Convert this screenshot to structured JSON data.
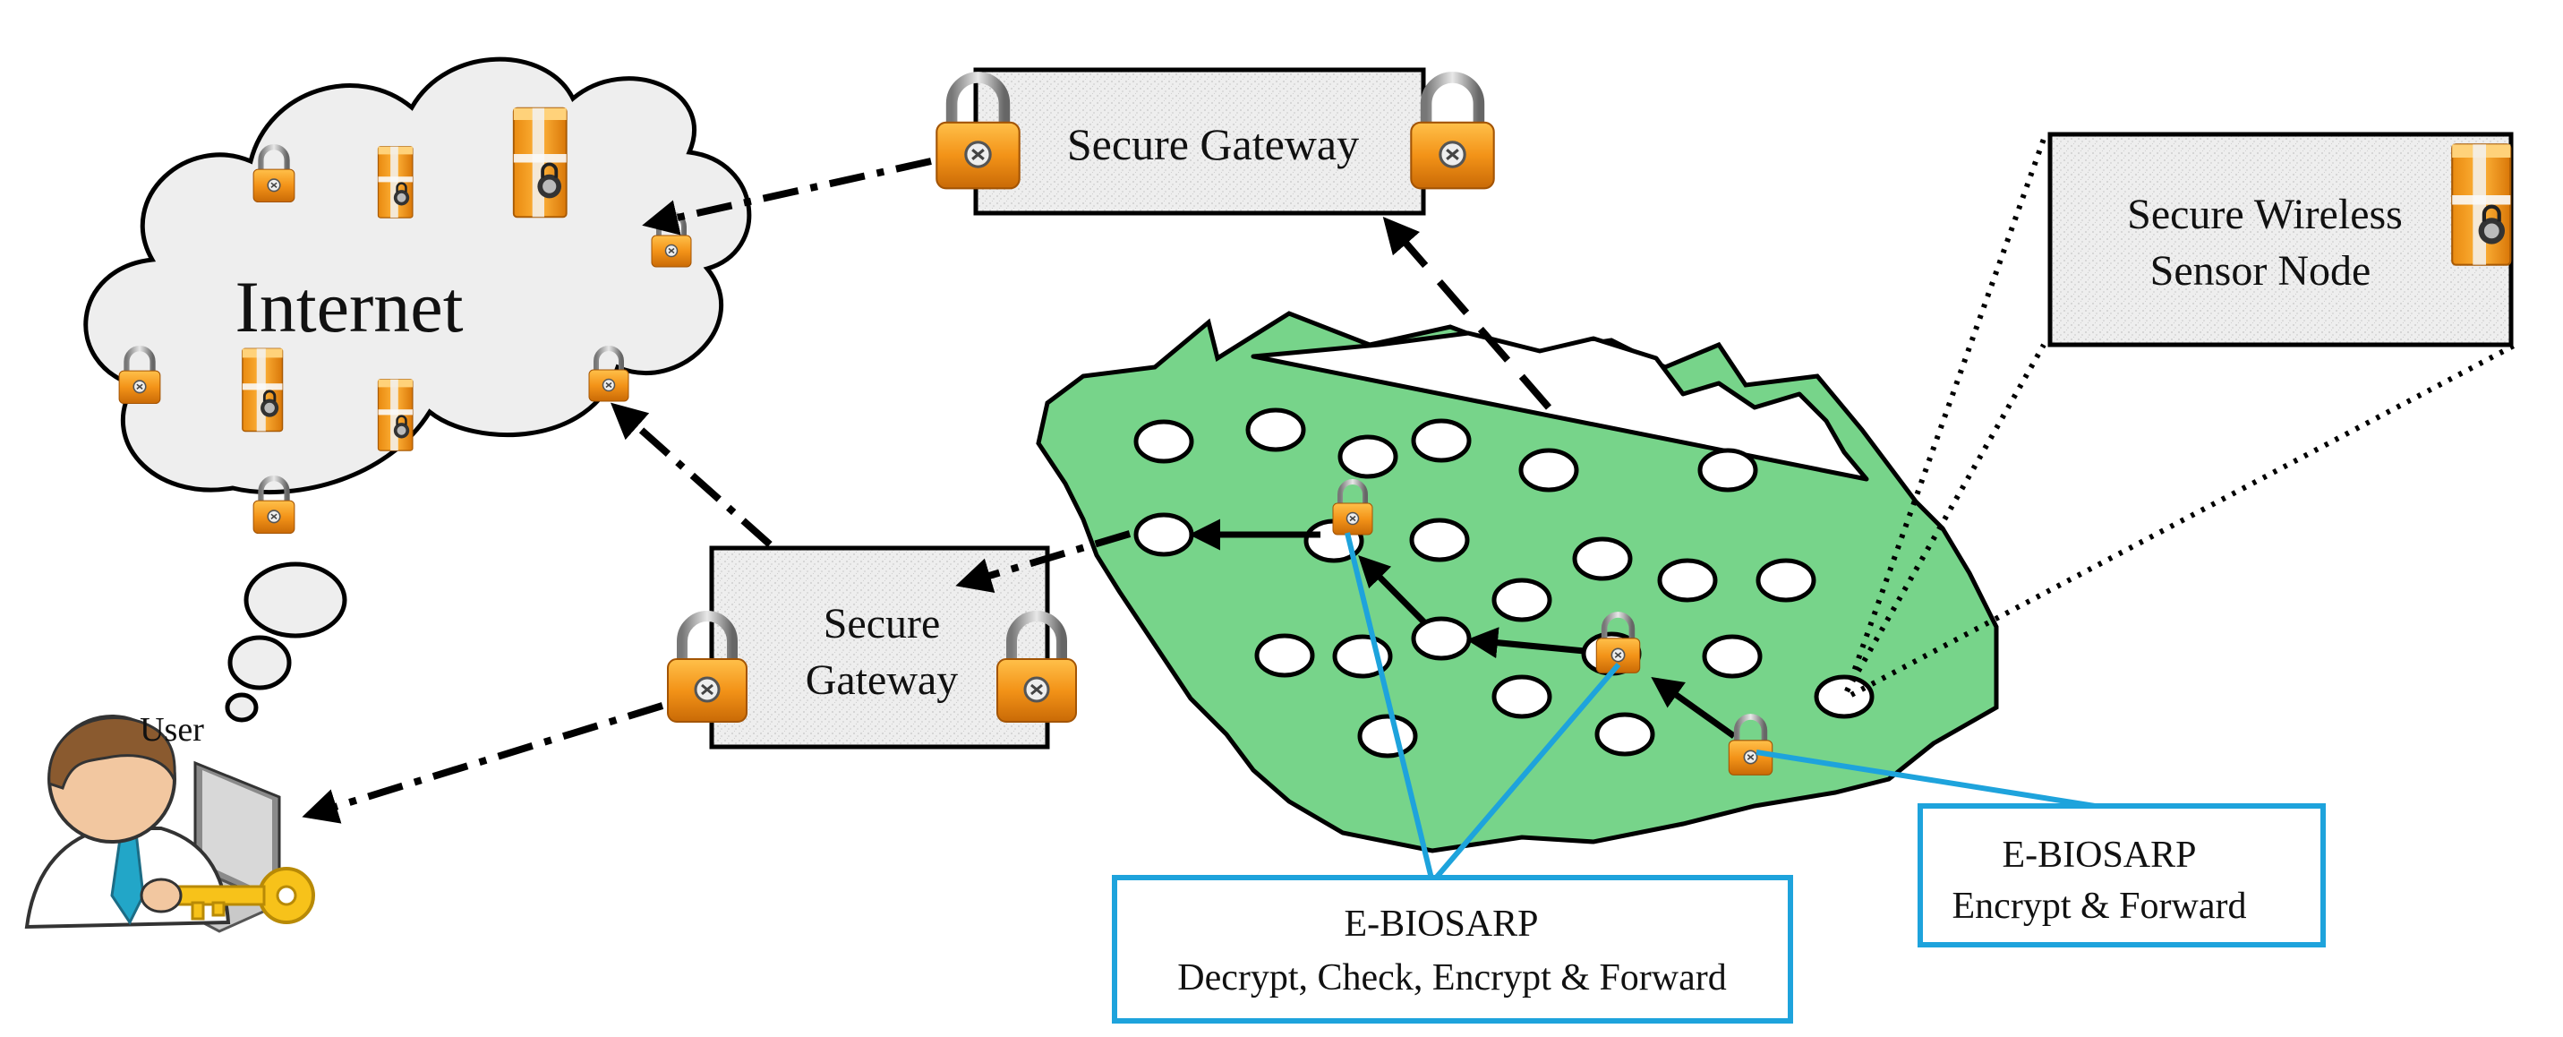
{
  "cloud": {
    "label": "Internet"
  },
  "gateway_top": {
    "label": "Secure Gateway"
  },
  "gateway_left": {
    "line1": "Secure",
    "line2": "Gateway"
  },
  "sensor_callout": {
    "line1": "Secure Wireless",
    "line2": "Sensor Node"
  },
  "user": {
    "label": "User"
  },
  "protocol_box_center": {
    "line1": "E-BIOSARP",
    "line2": "Decrypt, Check, Encrypt & Forward"
  },
  "protocol_box_right": {
    "line1": "E-BIOSARP",
    "line2": "Encrypt & Forward"
  },
  "colors": {
    "field_green": "#77d48a",
    "lock_orange": "#f0951c",
    "link_blue": "#1ea3dc",
    "gateway_fill": "#ececec"
  },
  "icons": [
    "padlock-icon",
    "server-lock-icon",
    "user-laptop-icon",
    "key-icon"
  ]
}
